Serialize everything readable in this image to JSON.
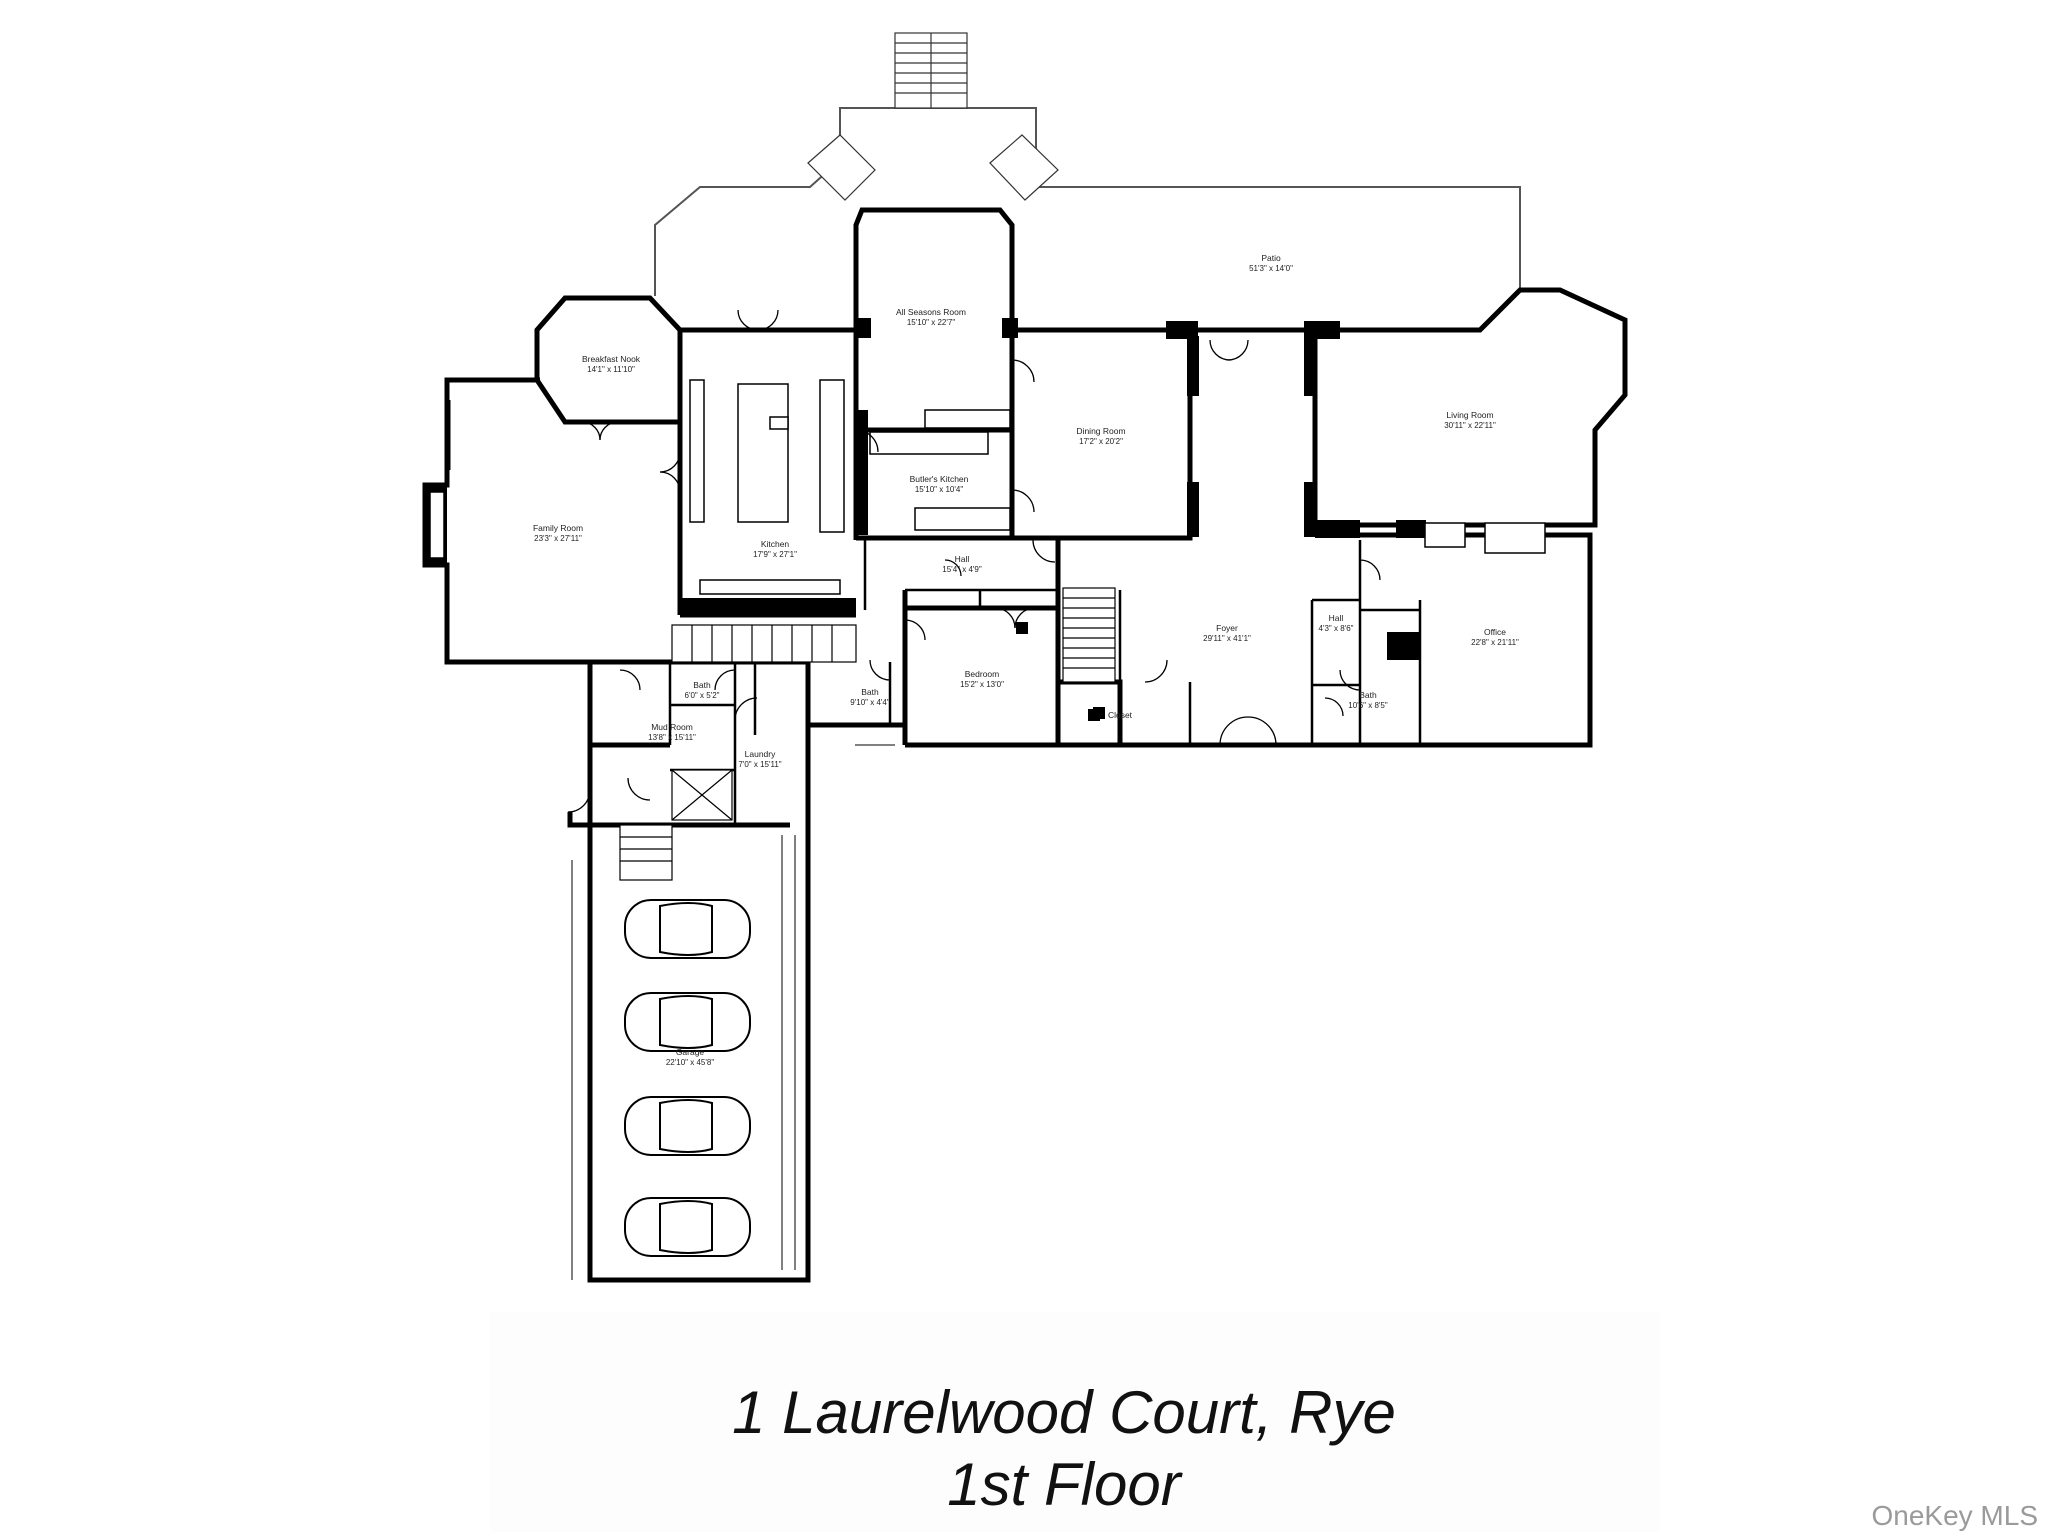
{
  "title": {
    "line1": "1 Laurelwood Court, Rye",
    "line2": "1st Floor"
  },
  "watermark": "OneKey MLS",
  "rooms": {
    "patio": {
      "name": "Patio",
      "dim": "51'3\" x 14'0\""
    },
    "all_seasons": {
      "name": "All Seasons Room",
      "dim": "15'10\" x 22'7\""
    },
    "breakfast_nook": {
      "name": "Breakfast Nook",
      "dim": "14'1\" x 11'10\""
    },
    "family_room": {
      "name": "Family Room",
      "dim": "23'3\" x 27'11\""
    },
    "kitchen": {
      "name": "Kitchen",
      "dim": "17'9\" x 27'1\""
    },
    "butlers_kitchen": {
      "name": "Butler's Kitchen",
      "dim": "15'10\" x 10'4\""
    },
    "dining_room": {
      "name": "Dining Room",
      "dim": "17'2\" x 20'2\""
    },
    "living_room": {
      "name": "Living Room",
      "dim": "30'11\" x 22'11\""
    },
    "hall_1": {
      "name": "Hall",
      "dim": "15'4\" x 4'9\""
    },
    "bedroom": {
      "name": "Bedroom",
      "dim": "15'2\" x 13'0\""
    },
    "bath_center": {
      "name": "Bath",
      "dim": "9'10\" x 4'4\""
    },
    "foyer": {
      "name": "Foyer",
      "dim": "29'11\" x 41'1\""
    },
    "closet": {
      "name": "Closet"
    },
    "hall_2": {
      "name": "Hall",
      "dim": "4'3\" x 8'6\""
    },
    "bath_right": {
      "name": "Bath",
      "dim": "10'6\" x 8'5\""
    },
    "office": {
      "name": "Office",
      "dim": "22'8\" x 21'11\""
    },
    "bath_left": {
      "name": "Bath",
      "dim": "6'0\" x 5'2\""
    },
    "mud_room": {
      "name": "Mud Room",
      "dim": "13'8\" x 15'11\""
    },
    "laundry": {
      "name": "Laundry",
      "dim": "7'0\" x 15'11\""
    },
    "garage": {
      "name": "Garage",
      "dim": "22'10\" x 45'8\""
    }
  }
}
